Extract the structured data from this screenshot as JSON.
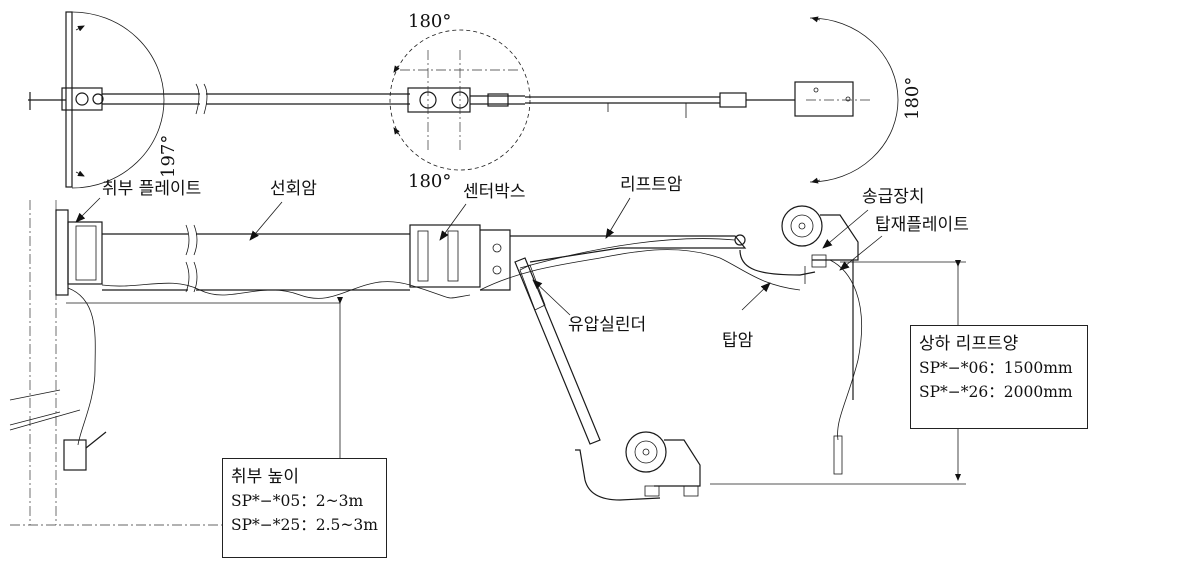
{
  "angles": {
    "top_center": "180°",
    "bottom_center": "180°",
    "left": "197°",
    "right": "180°"
  },
  "labels": {
    "mount_plate": "취부 플레이트",
    "swing_arm": "선회암",
    "center_box": "센터박스",
    "lift_arm": "리프트암",
    "wire_feeder": "송급장치",
    "feeder_plate": "탑재플레이트",
    "hydraulic_cylinder": "유압실린더",
    "top_arm": "탑암"
  },
  "lift_box": {
    "title": "상하 리프트양",
    "rows": [
      "SP*−*06：1500mm",
      "SP*−*26：2000mm"
    ]
  },
  "height_box": {
    "title": "취부 높이",
    "rows": [
      "SP*−*05：2~3m",
      "SP*−*25：2.5~3m"
    ]
  }
}
